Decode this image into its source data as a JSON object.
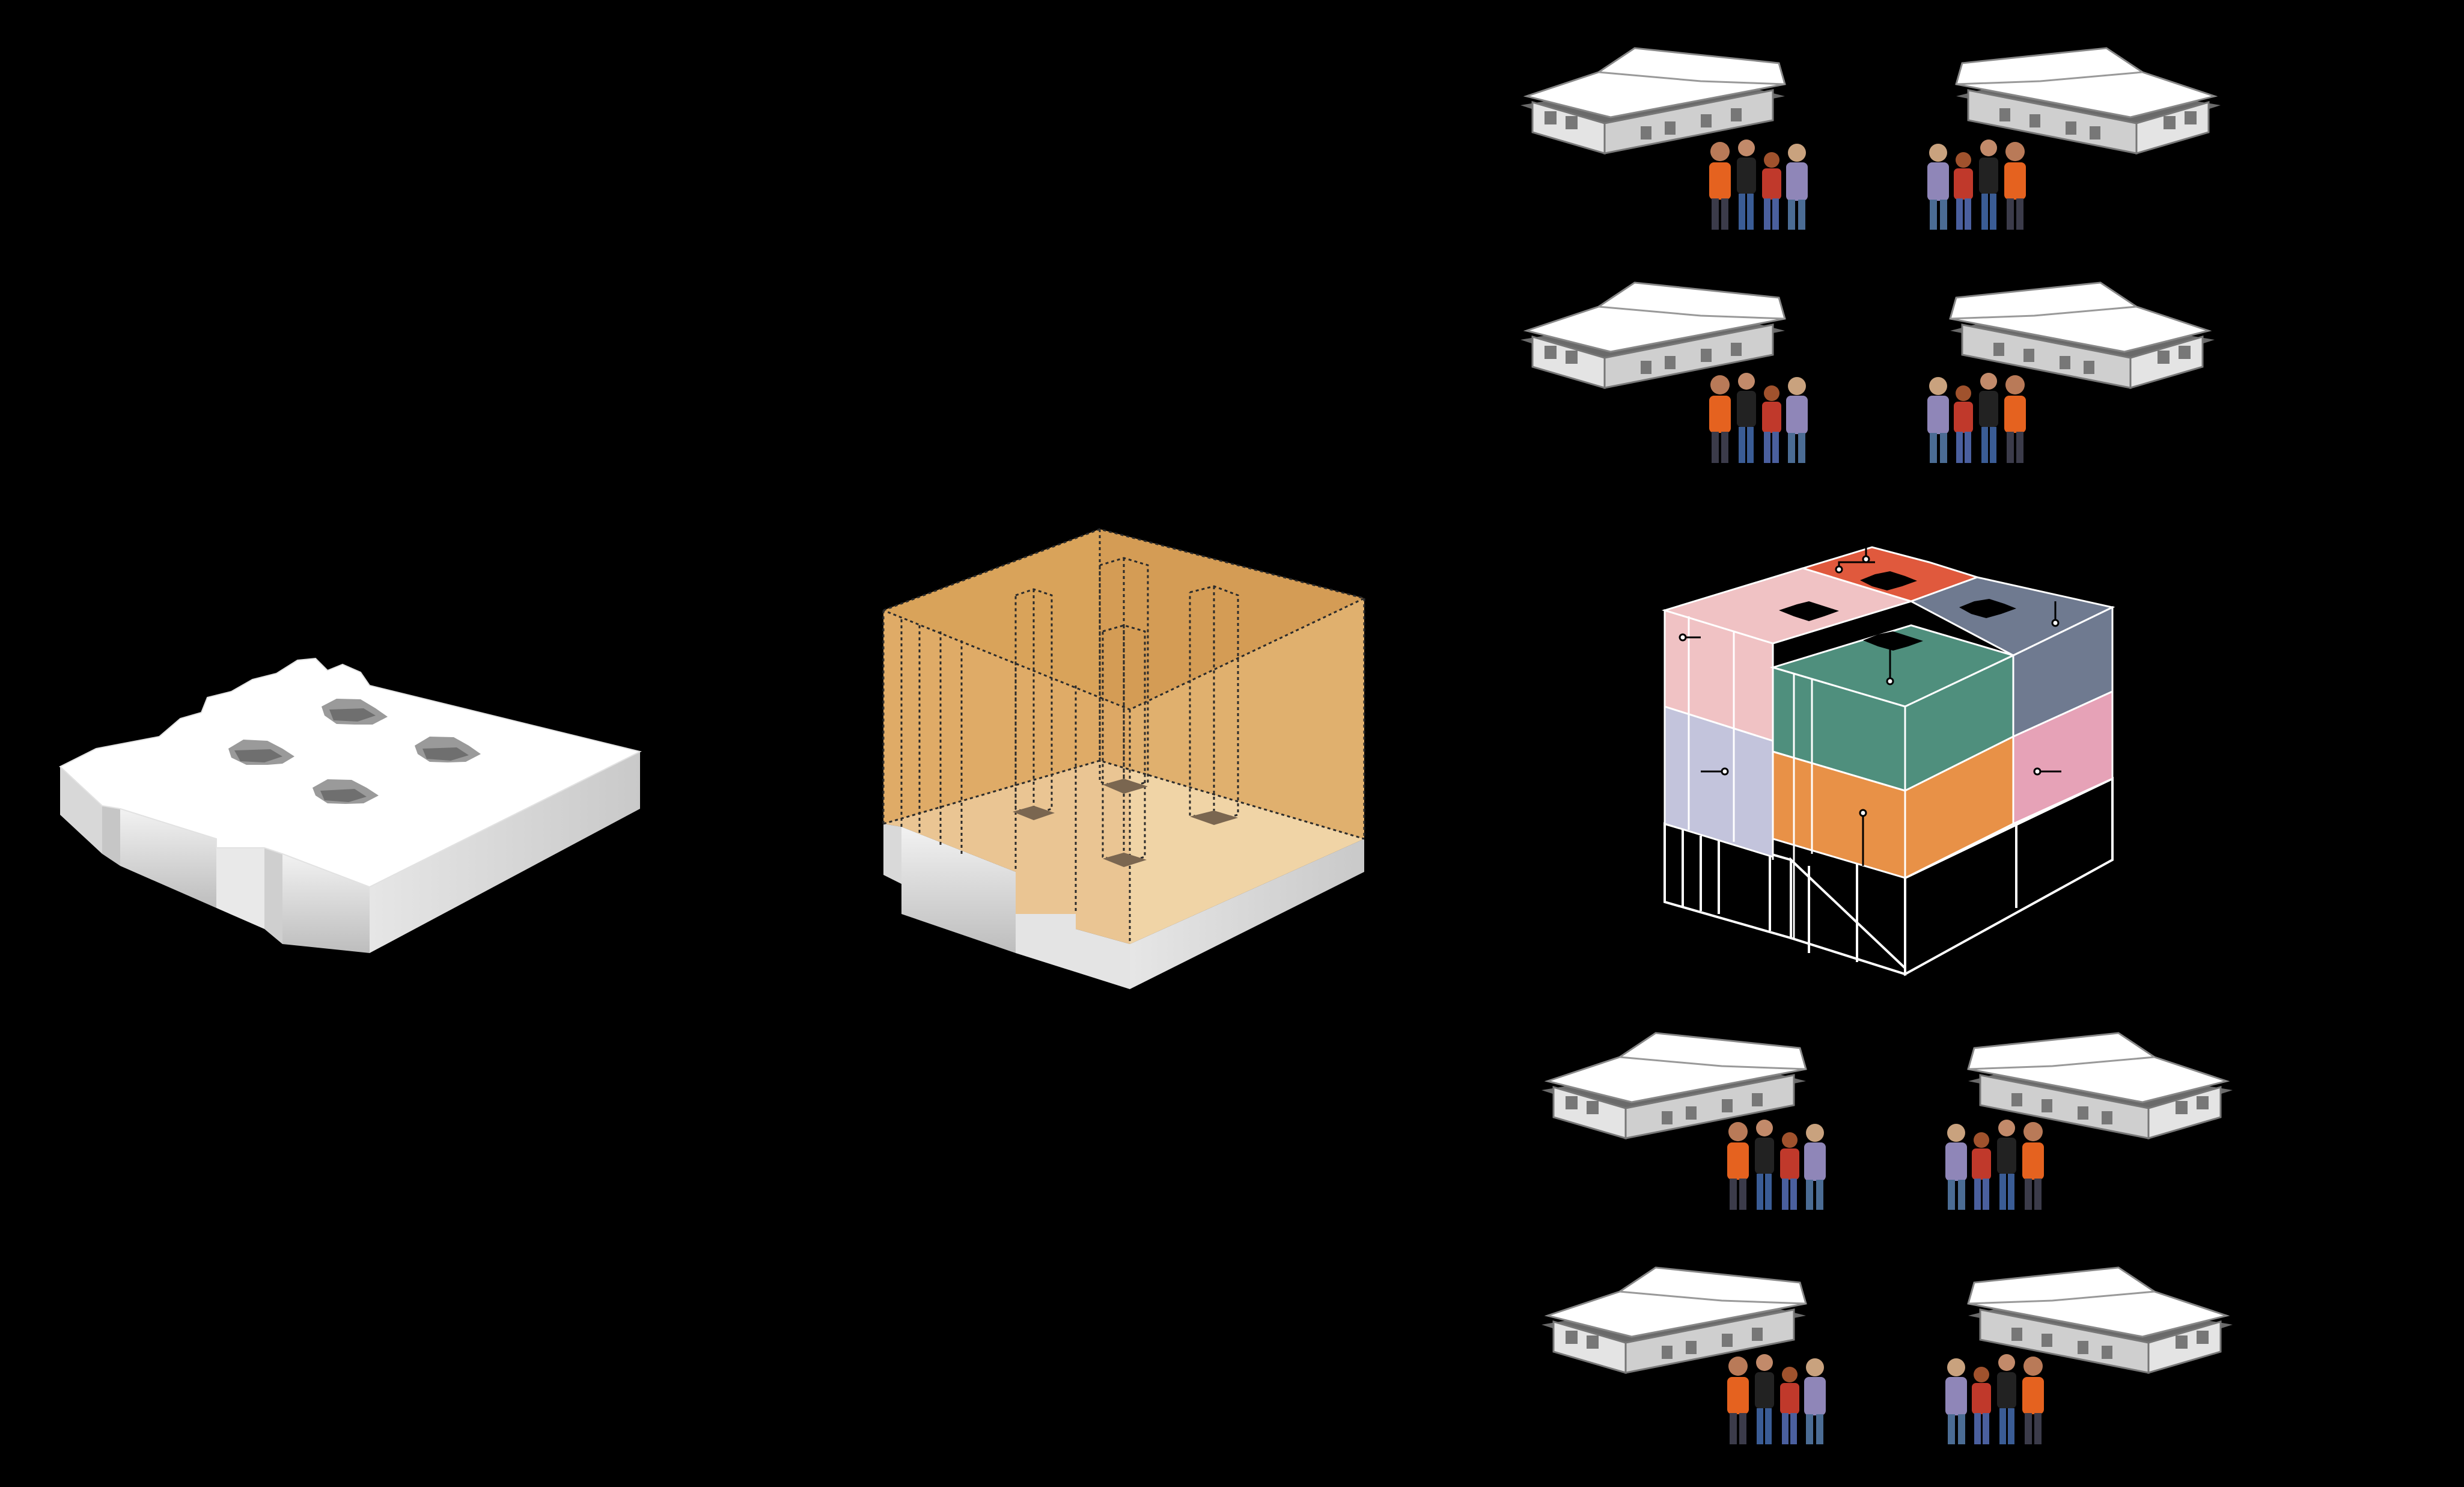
{
  "diagram": {
    "background": "#000000",
    "stages": [
      "site-slab",
      "extruded-volume",
      "stacked-units"
    ],
    "palette": {
      "slab_top": "#ffffff",
      "slab_side": "#d9d9d9",
      "slab_side_dark": "#bdbdbd",
      "volume_fill": "#d9a35a",
      "volume_floor": "#f1dcbb",
      "unit_pink": "#f0c2c4",
      "unit_red": "#e0593d",
      "unit_slate": "#6f7a90",
      "unit_teal": "#4f8f7d",
      "unit_orange": "#e89147",
      "unit_lavender": "#c3c4dc",
      "unit_rose": "#e6a2b7",
      "outline": "#ffffff"
    },
    "house_count": 8,
    "family_count": 8
  }
}
